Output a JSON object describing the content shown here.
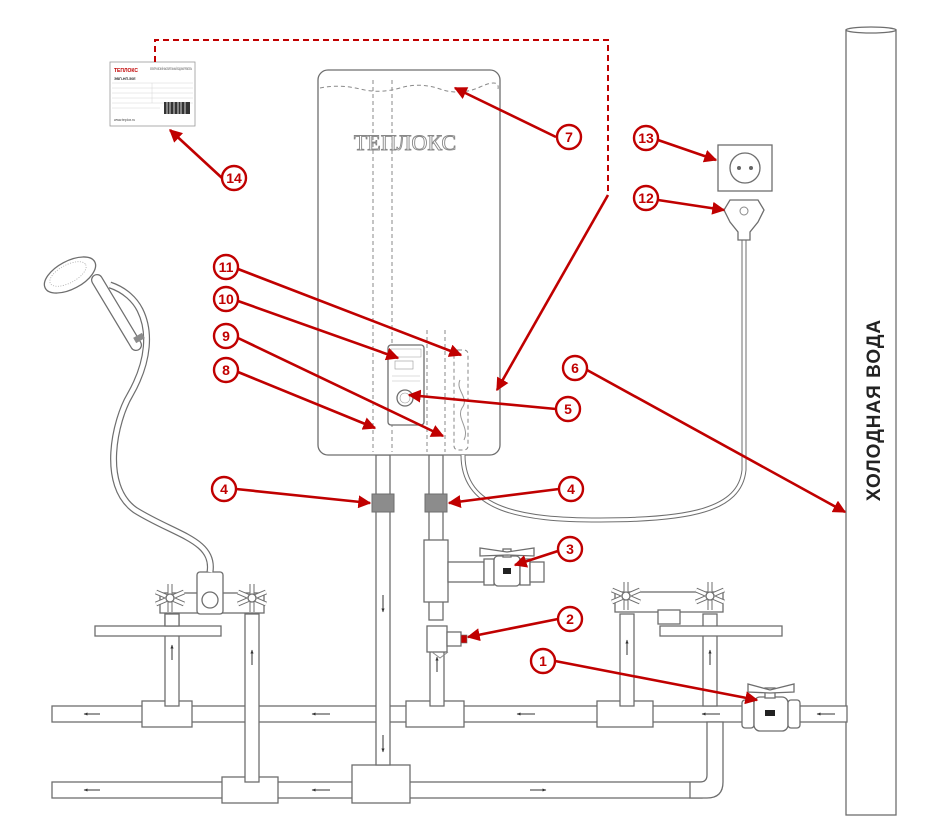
{
  "wall_label": "ХОЛОДНАЯ ВОДА",
  "brand": "ТЕПЛОКС",
  "plate": {
    "brand": "ТЕПЛОКС",
    "title": "ЭЛЕКТРИЧЕСКИЙ НАКОПИТЕЛЬНЫЙ ВОДОНАГРЕВАТЕЛЬ",
    "model": "ЭВП-НП-50Е",
    "site": "www.teplox.ru"
  },
  "callouts": [
    "1",
    "2",
    "3",
    "4",
    "4",
    "5",
    "6",
    "7",
    "8",
    "9",
    "10",
    "11",
    "12",
    "13",
    "14"
  ],
  "colors": {
    "accent": "#c00000",
    "outline": "#6e6e6e",
    "pipe_joint": "#8c8c8c"
  }
}
